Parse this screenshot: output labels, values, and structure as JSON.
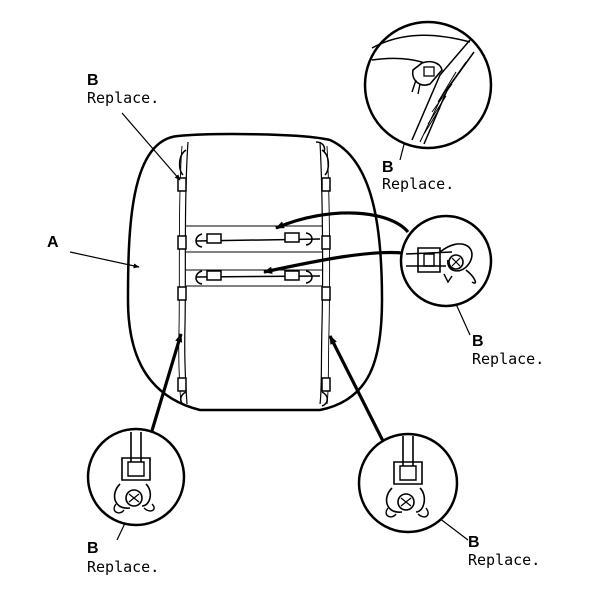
{
  "callouts": {
    "a": "A",
    "b_upper_left": "B",
    "b_upper_right": "B",
    "b_right": "B",
    "b_lower_left": "B",
    "b_lower_right": "B"
  },
  "notes": {
    "upper_left": "Replace.",
    "upper_right": "Replace.",
    "right": "Replace.",
    "lower_left": "Replace.",
    "lower_right": "Replace."
  }
}
